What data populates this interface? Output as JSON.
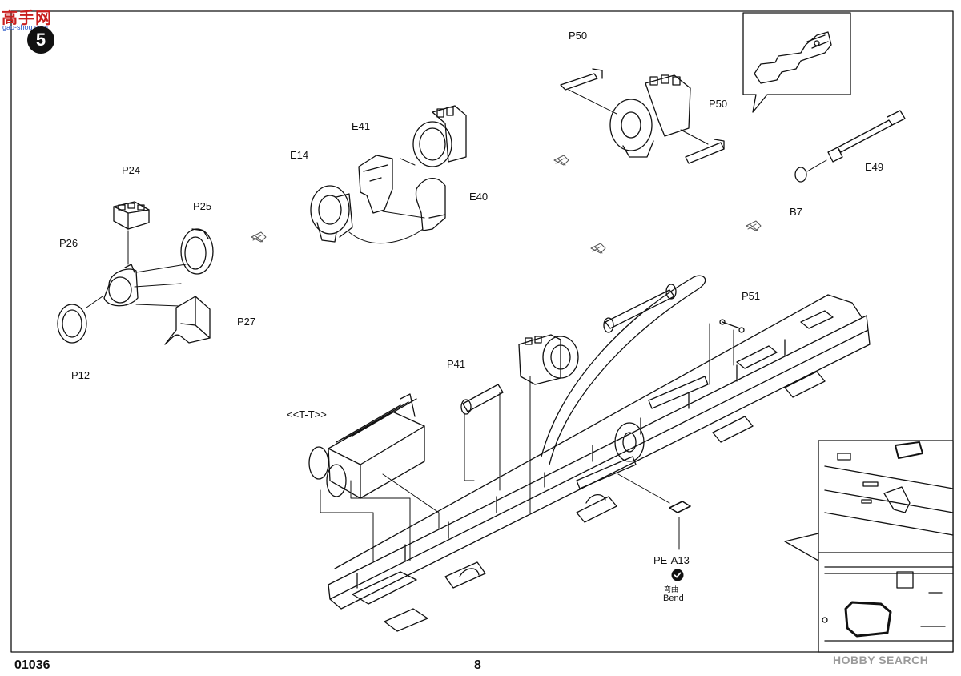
{
  "watermark": {
    "logo_text": "高手网",
    "url_text": "gao-shou.com",
    "hobbysearch": "HOBBY SEARCH"
  },
  "step": {
    "number": "5"
  },
  "footer": {
    "product_code": "01036",
    "page_number": "8"
  },
  "labels": {
    "p24": "P24",
    "p25": "P25",
    "p26": "P26",
    "p27": "P27",
    "p12": "P12",
    "e14": "E14",
    "e41": "E41",
    "e40": "E40",
    "p50_top": "P50",
    "p50_right": "P50",
    "e49": "E49",
    "b7": "B7",
    "p51": "P51",
    "p41": "P41",
    "tt": "<<T-T>>",
    "pe_a13": "PE-A13"
  },
  "bend": {
    "chinese": "弯曲",
    "english": "Bend",
    "icon": "bend-check-icon"
  }
}
